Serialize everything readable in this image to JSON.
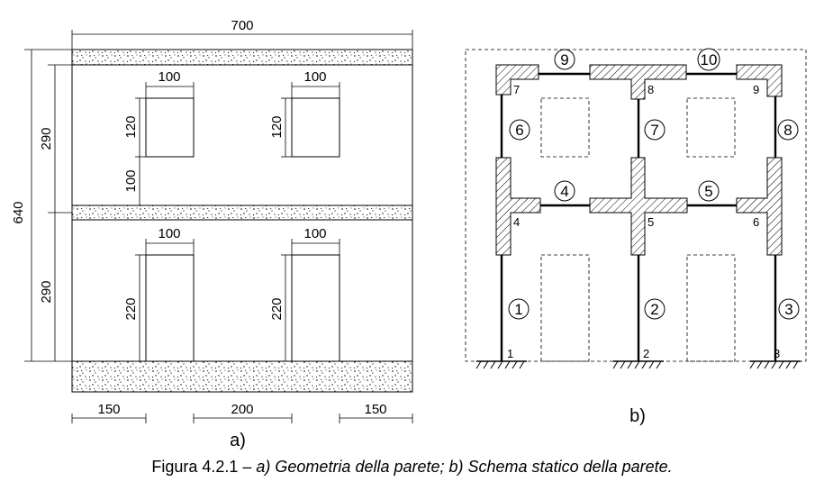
{
  "figure_a": {
    "label": "a)",
    "dim_total_width": "700",
    "dim_total_height": "640",
    "dim_story_top": "290",
    "dim_story_bottom": "290",
    "dim_window_width_1": "100",
    "dim_window_width_2": "100",
    "dim_door_width_1": "100",
    "dim_door_width_2": "100",
    "dim_window_height_1": "120",
    "dim_window_height_2": "120",
    "dim_sill_height": "100",
    "dim_door_height_1": "220",
    "dim_door_height_2": "220",
    "dim_left_pier": "150",
    "dim_center_pier": "200",
    "dim_right_pier": "150"
  },
  "figure_b": {
    "label": "b)",
    "node_labels": [
      "1",
      "2",
      "3",
      "4",
      "5",
      "6",
      "7",
      "8",
      "9"
    ],
    "member_labels": [
      "1",
      "2",
      "3",
      "4",
      "5",
      "6",
      "7",
      "8",
      "9",
      "10"
    ]
  },
  "caption": {
    "prefix": "Figura 4.2.1 – ",
    "text": "a) Geometria della parete; b) Schema statico della parete."
  }
}
